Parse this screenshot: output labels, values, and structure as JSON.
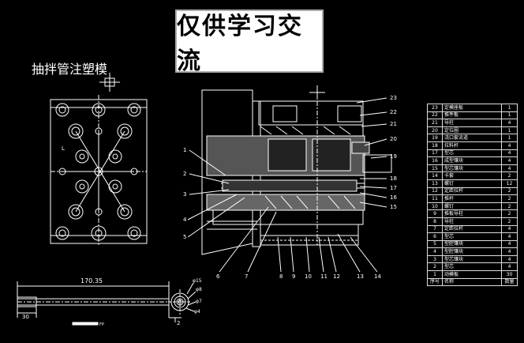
{
  "banner": {
    "text": "仅供学习交流"
  },
  "drawing_title": "抽拌管注塑模",
  "dimensions": {
    "overall_length": "170.35",
    "length_30": "30",
    "length_2": "2",
    "dia_a": "φ15",
    "dia_b": "φ8",
    "dia_c": "φ7",
    "dia_d": "φ4",
    "small_label": "FP",
    "corner_label": "L"
  },
  "callouts": {
    "left": [
      "1",
      "2",
      "3",
      "4",
      "5"
    ],
    "right": [
      "23",
      "22",
      "21",
      "20",
      "19",
      "18",
      "17",
      "16",
      "15"
    ],
    "bottom": [
      "6",
      "7",
      "8",
      "9",
      "10",
      "11",
      "12",
      "13",
      "14"
    ]
  },
  "bom": {
    "rows": [
      [
        "23",
        "定模座板",
        "1"
      ],
      [
        "22",
        "推件板",
        "1"
      ],
      [
        "21",
        "导柱",
        "4"
      ],
      [
        "20",
        "定位圈",
        "1"
      ],
      [
        "19",
        "浇口套流道",
        "1"
      ],
      [
        "18",
        "拉料杆",
        "4"
      ],
      [
        "17",
        "型芯",
        "4"
      ],
      [
        "16",
        "成型镶块",
        "4"
      ],
      [
        "15",
        "型芯镶块",
        "4"
      ],
      [
        "14",
        "卡套",
        "2"
      ],
      [
        "13",
        "螺钉",
        "12"
      ],
      [
        "12",
        "定距拉杆",
        "2"
      ],
      [
        "11",
        "推杆",
        "2"
      ],
      [
        "10",
        "螺钉",
        "2"
      ],
      [
        "9",
        "推板导柱",
        "2"
      ],
      [
        "8",
        "导柱",
        "2"
      ],
      [
        "7",
        "定距拉杆",
        "4"
      ],
      [
        "6",
        "型芯",
        "4"
      ],
      [
        "5",
        "型腔镶块",
        "4"
      ],
      [
        "4",
        "型腔镶块",
        "4"
      ],
      [
        "3",
        "型芯镶块",
        "4"
      ],
      [
        "2",
        "型芯",
        "4"
      ],
      [
        "1",
        "动模板",
        "30"
      ]
    ],
    "header": [
      "序号",
      "名称",
      "数量"
    ]
  }
}
